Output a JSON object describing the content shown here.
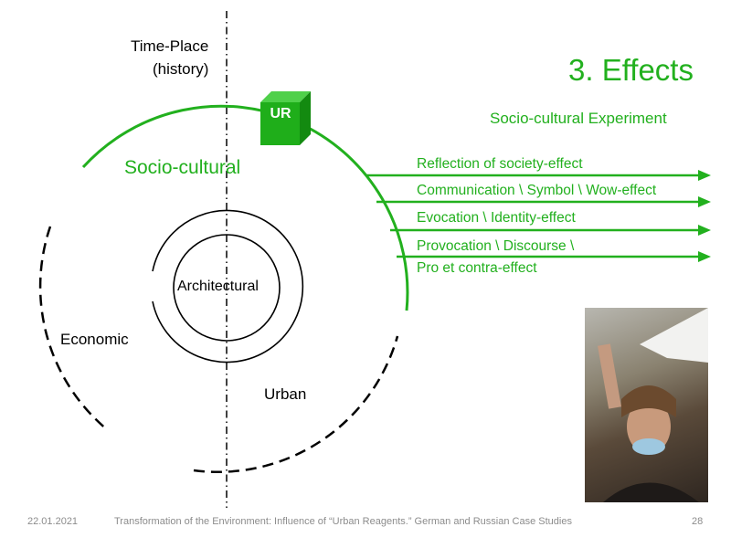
{
  "slide": {
    "title": "3. Effects",
    "subtitle": "Socio-cultural Experiment",
    "time_place_line1": "Time-Place",
    "time_place_line2": "(history)",
    "cube_label": "UR",
    "rings": {
      "socio_cultural": "Socio-cultural",
      "architectural": "Architectural",
      "economic": "Economic",
      "urban": "Urban"
    },
    "effects": [
      "Reflection of society-effect",
      "Communication \\ Symbol \\ Wow-effect",
      "Evocation \\ Identity-effect",
      "Provocation \\ Discourse \\",
      "Pro et contra-effect"
    ],
    "colors": {
      "accent": "#22b01e"
    }
  },
  "footer": {
    "date": "22.01.2021",
    "text": "Transformation of the Environment: Influence of “Urban Reagents.” German and Russian Case Studies",
    "page": "28"
  }
}
